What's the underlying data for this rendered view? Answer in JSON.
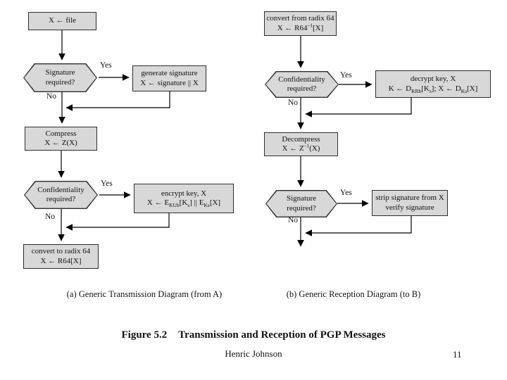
{
  "colors": {
    "box_fill": "#d8d8d8",
    "box_border": "#2e2e2e",
    "line": "#000000"
  },
  "labels": {
    "yes": "Yes",
    "no": "No"
  },
  "transmission": {
    "caption": "(a) Generic Transmission Diagram (from A)",
    "file_box": {
      "line1": "X ← file"
    },
    "sig_decision": {
      "line1": "Signature",
      "line2": "required?"
    },
    "generate_box": {
      "line1": "generate signature",
      "line2_rich": [
        [
          "t",
          "X ← signature || X"
        ]
      ]
    },
    "compress_box": {
      "line1": "Compress",
      "line2_rich": [
        [
          "t",
          "X ← Z(X)"
        ]
      ]
    },
    "conf_decision": {
      "line1": "Confidentiality",
      "line2": "required?"
    },
    "encrypt_box": {
      "line1": "encrypt key, X",
      "line2_rich": [
        [
          "t",
          "X ← E"
        ],
        [
          "sub",
          "KUb"
        ],
        [
          "t",
          "[K"
        ],
        [
          "sub",
          "s"
        ],
        [
          "t",
          "] || E"
        ],
        [
          "sub",
          "Ks"
        ],
        [
          "t",
          "[X]"
        ]
      ]
    },
    "radix_box": {
      "line1": "convert to radix 64",
      "line2_rich": [
        [
          "t",
          "X ← R64[X]"
        ]
      ]
    }
  },
  "reception": {
    "caption": "(b) Generic Reception Diagram (to B)",
    "radix_box": {
      "line1": "convert from radix 64",
      "line2_rich": [
        [
          "t",
          "X ← R64"
        ],
        [
          "sup",
          "–1"
        ],
        [
          "t",
          "[X]"
        ]
      ]
    },
    "conf_decision": {
      "line1": "Confidentiality",
      "line2": "required?"
    },
    "decrypt_box": {
      "line1": "decrypt key, X",
      "line2_rich": [
        [
          "t",
          "K ← D"
        ],
        [
          "sub",
          "KRb"
        ],
        [
          "t",
          "[K"
        ],
        [
          "sub",
          "s"
        ],
        [
          "t",
          "]; X ← D"
        ],
        [
          "sub",
          "Ks"
        ],
        [
          "t",
          "[X]"
        ]
      ]
    },
    "decompress_box": {
      "line1": "Decompress",
      "line2_rich": [
        [
          "t",
          "X ← Z"
        ],
        [
          "sup",
          "–1"
        ],
        [
          "t",
          "(X)"
        ]
      ]
    },
    "sig_decision": {
      "line1": "Signature",
      "line2": "required?"
    },
    "strip_box": {
      "line1": "strip signature from X",
      "line2": "verify signature"
    }
  },
  "footer": {
    "figure_label": "Figure 5.2",
    "figure_title": "Transmission and Reception of PGP Messages",
    "author": "Henric Johnson",
    "page_number": "11"
  }
}
